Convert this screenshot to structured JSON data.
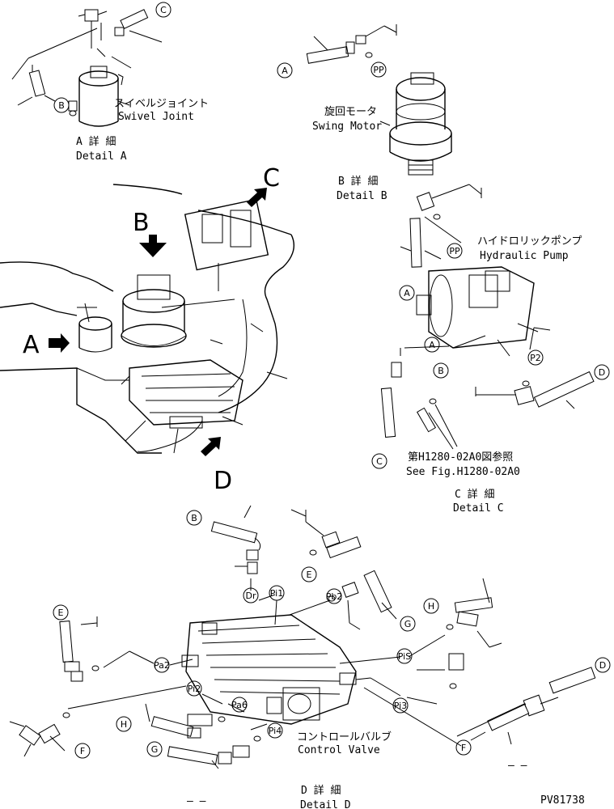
{
  "details": {
    "a": {
      "title": "A 詳 細",
      "subtitle": "Detail A",
      "jp": "スイベルジョイント",
      "en": "Swivel Joint"
    },
    "b": {
      "title": "B 詳 細",
      "subtitle": "Detail B",
      "jp": "旋回モータ",
      "en": "Swing Motor"
    },
    "c": {
      "title": "C 詳 細",
      "subtitle": "Detail C",
      "jp": "ハイドロリックポンプ",
      "en": "Hydraulic Pump",
      "ref_jp": "第H1280-02A0図参照",
      "ref_en": "See Fig.H1280-02A0"
    },
    "d": {
      "title": "D 詳 細",
      "subtitle": "Detail D",
      "jp": "コントロールバルブ",
      "en": "Control Valve"
    }
  },
  "view_letters": {
    "a": "A",
    "b": "B",
    "c": "C",
    "d": "D"
  },
  "callouts": {
    "a": "A",
    "b": "B",
    "c": "C",
    "d": "D",
    "e": "E",
    "f": "F",
    "g": "G",
    "h": "H",
    "pp": "PP",
    "p2": "P2",
    "dr": "Dr",
    "pi1": "Pi1",
    "pb2": "Pb2",
    "pa2": "Pa2",
    "pi2": "Pi2",
    "pa6": "Pa6",
    "pi4": "Pi4",
    "pi3": "Pi3",
    "pis": "PiS"
  },
  "figure_id": "PV81738",
  "dashes": "– –"
}
